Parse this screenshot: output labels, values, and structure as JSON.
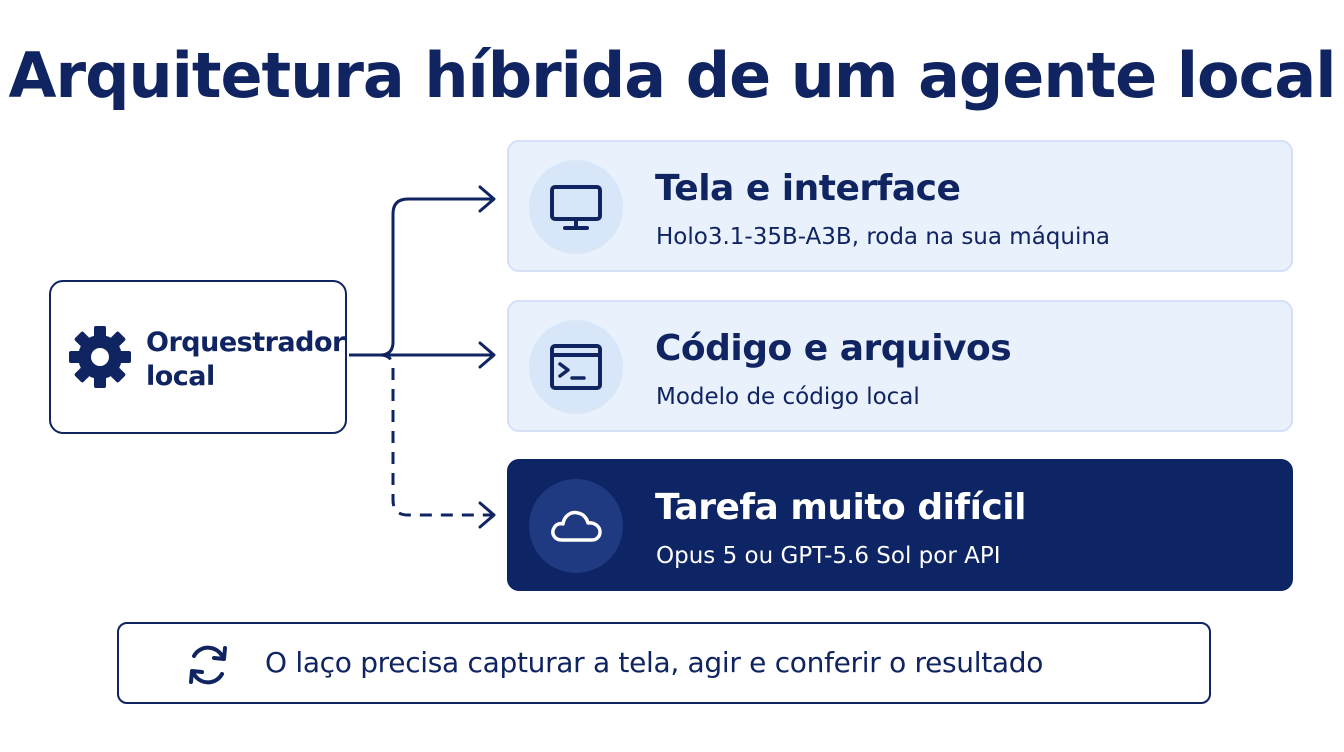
{
  "title": "Arquitetura híbrida de um agente local",
  "orchestrator": {
    "label_line1": "Orquestrador",
    "label_line2": "local",
    "icon": "gear-icon"
  },
  "cards": [
    {
      "title": "Tela e interface",
      "subtitle": "Holo3.1-35B-A3B, roda na sua máquina",
      "icon": "monitor-icon",
      "style": "light",
      "connector": "solid"
    },
    {
      "title": "Código e arquivos",
      "subtitle": "Modelo de código local",
      "icon": "terminal-icon",
      "style": "light",
      "connector": "solid"
    },
    {
      "title": "Tarefa muito difícil",
      "subtitle": "Opus 5 ou GPT-5.6 Sol por API",
      "icon": "cloud-icon",
      "style": "dark",
      "connector": "dashed"
    }
  ],
  "footer": {
    "text": "O laço precisa capturar a tela, agir e conferir o resultado",
    "icon": "refresh-icon"
  },
  "colors": {
    "navy": "#0f2461",
    "card_light_bg": "#e9f1fd",
    "card_dark_bg": "#0e2565",
    "icon_circle": "#d8e6fa"
  }
}
